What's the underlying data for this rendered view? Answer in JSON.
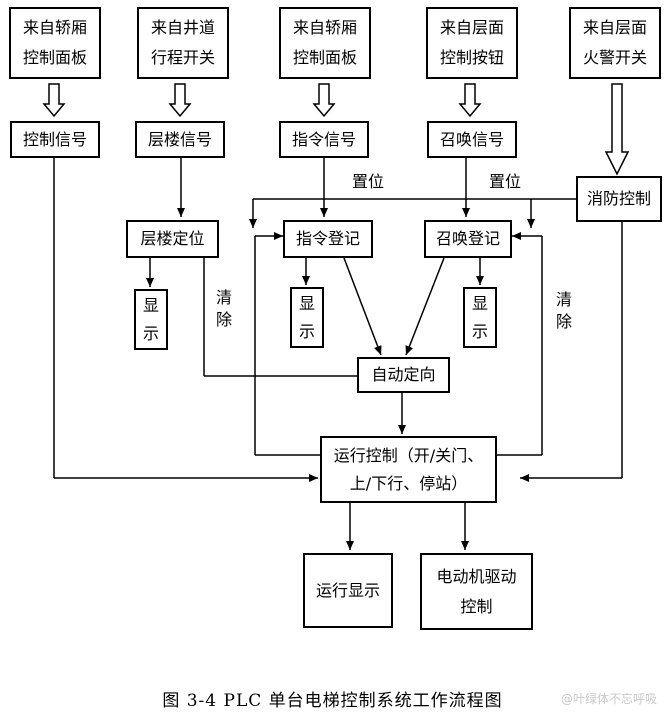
{
  "sources": {
    "car_panel": [
      "来自轿厢",
      "控制面板"
    ],
    "hoistway_switch": [
      "来自井道",
      "行程开关"
    ],
    "car_panel_2": [
      "来自轿厢",
      "控制面板"
    ],
    "floor_buttons": [
      "来自层面",
      "控制按钮"
    ],
    "fire_switch": [
      "来自层面",
      "火警开关"
    ]
  },
  "signals": {
    "control": "控制信号",
    "floor": "层楼信号",
    "command": "指令信号",
    "call": "召唤信号"
  },
  "fire_control": "消防控制",
  "floor_position": "层楼定位",
  "command_register": "指令登记",
  "call_register": "召唤登记",
  "display": [
    "显",
    "示"
  ],
  "clear": [
    "清",
    "除"
  ],
  "set_label": "置位",
  "auto_direction": "自动定向",
  "run_control": [
    "运行控制（开/关门、",
    "上/下行、停站）"
  ],
  "run_display": "运行显示",
  "motor_drive": [
    "电动机驱动",
    "控制"
  ],
  "caption": "图 3-4  PLC 单台电梯控制系统工作流程图",
  "watermark": "@叶绿体不忘呼吸"
}
